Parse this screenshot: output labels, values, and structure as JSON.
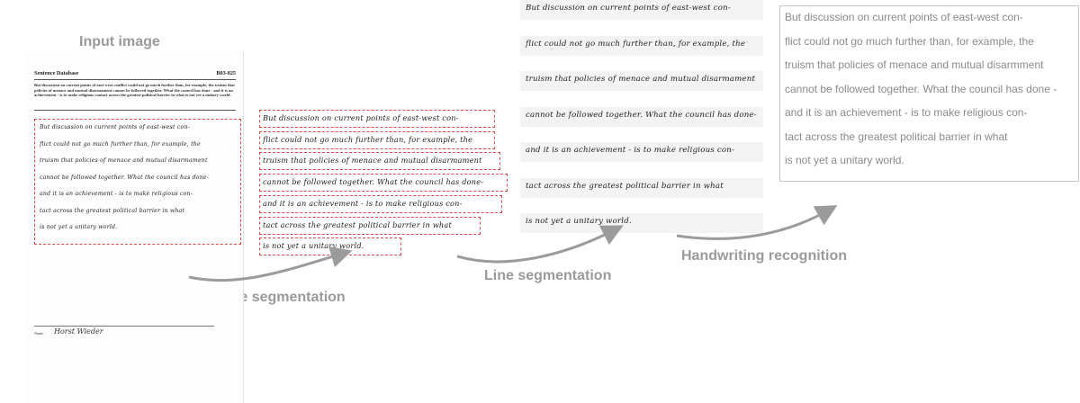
{
  "labels": {
    "input_image": "Input image",
    "page_segmentation": "Page segmentation",
    "line_segmentation": "Line segmentation",
    "handwriting_recognition": "Handwriting recognition"
  },
  "document": {
    "database_title": "Sentence Database",
    "form_id": "B03-025",
    "printed_text": "But discussion on current points of east-west conflict could not go much further than, for example, the truism that policies of menace and mutual disarmament cannot be followed together. What the council has done - and it is an achievement - is to make religious contact across the greatest political barrier in what is not yet a unitary world.",
    "name_label": "Name:",
    "name_value": "Horst Wieder"
  },
  "handwritten_lines": [
    "But discussion on current points of east-west con-",
    "flict could not go much further than, for example, the",
    "truism that policies of menace and mutual disarmament",
    "cannot be followed together. What the council has done-",
    "and it is an achievement - is to make religious con-",
    "tact across the greatest political barrier in what",
    "is not yet a unitary world."
  ],
  "recognized_lines": [
    "But discussion on current points of east-west con-",
    "flict could not go much further than, for example, the",
    "truism that policies of menace and mutual disarmment",
    "cannot be followed together. What the council has done -",
    "and it is an achievement - is to make religious con-",
    "tact across the greatest political barrier in what",
    "is not yet a unitary world."
  ],
  "colors": {
    "segmentation_box": "#e04848",
    "label_gray": "#9a9a9a",
    "arrow_gray": "#9b9b9b",
    "strip_background": "#f3f3f3"
  }
}
